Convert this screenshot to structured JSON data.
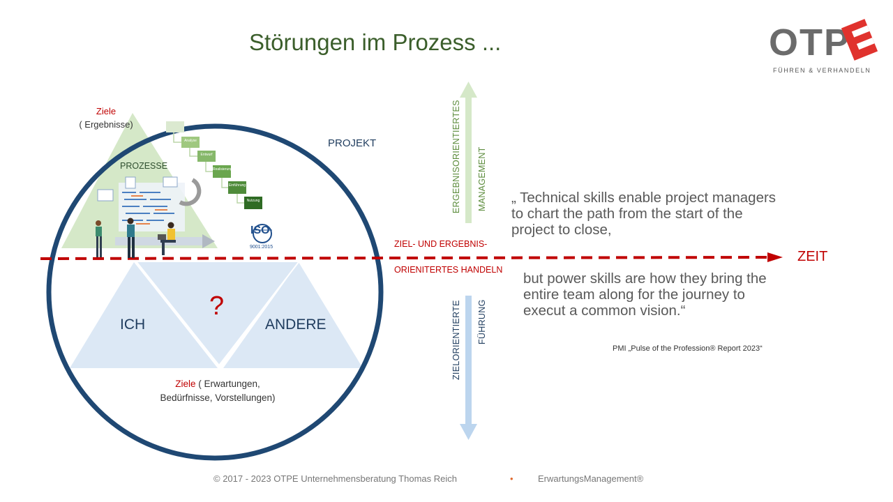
{
  "title": "Störungen im Prozess ...",
  "logo": {
    "word": "OTP",
    "letter": "E",
    "subtitle": "FÜHREN & VERHANDELN"
  },
  "diagram": {
    "ziele_top": [
      "Ziele",
      "( Ergebnisse)"
    ],
    "prozesse": "PROZESSE",
    "projekt": "PROJEKT",
    "ich": "ICH",
    "andere": "ANDERE",
    "question": "?",
    "ziele_bottom_red": "Ziele",
    "ziele_bottom_rest": "( Erwartungen,",
    "ziele_bottom_line2": "Bedürfnisse, Vorstellungen)",
    "iso": "ISO",
    "iso_sub": "9001:2015",
    "steps": [
      "Analyse",
      "Entwurf",
      "Realisierung",
      "Einführung",
      "Nutzung"
    ]
  },
  "axis": {
    "up_1": "ERGEBNISORIENTIERTES",
    "up_2": "MANAGEMENT",
    "down_1": "ZIELORIENTIERTE",
    "down_2": "FÜHRUNG",
    "mid_1": "ZIEL- UND ERGEBNIS-",
    "mid_2": "ORIENITERTES HANDELN",
    "zeit": "ZEIT"
  },
  "quote": {
    "part1": "„ Technical skills enable project managers to chart the path from the start of the project to close,",
    "part2": "but power skills are how they bring the entire team along for  the journey to execut a common vision.“",
    "source": "PMI „Pulse of the Profession® Report 2023“"
  },
  "footer": {
    "copyright": "© 2017 - 2023  OTPE Unternehmensberatung  Thomas  Reich",
    "bullet": "•",
    "trademark": "ErwartungsManagement®"
  },
  "colors": {
    "accent_red": "#c00000",
    "navy": "#1f3c5e",
    "green": "#3b5e2b",
    "light_green": "#d5e8c8",
    "light_blue": "#dce8f5"
  }
}
